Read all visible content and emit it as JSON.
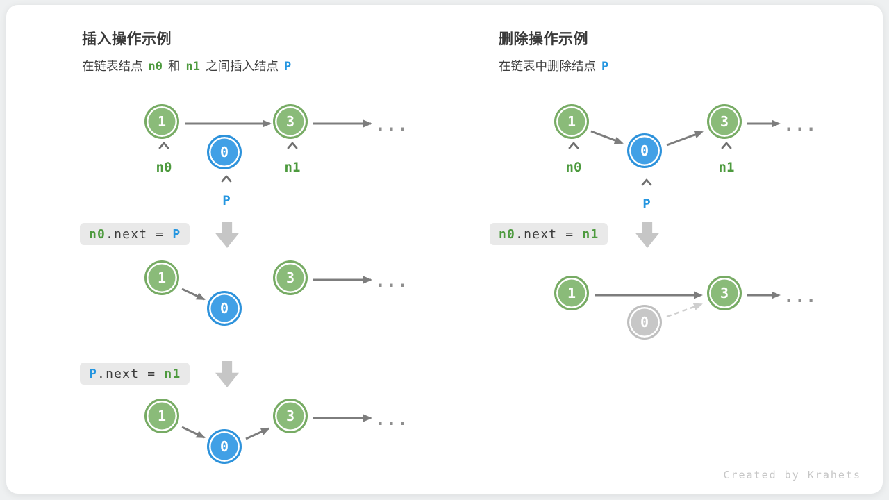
{
  "insert_section": {
    "title": "插入操作示例",
    "subtitle": {
      "part1": "在链表结点",
      "token_n0": "n0",
      "part2": "和",
      "token_n1": "n1",
      "part3": "之间插入结点",
      "token_p": "P"
    },
    "code_step1": {
      "lhs": "n0",
      "mid": ".next = ",
      "rhs": "P"
    },
    "code_step2": {
      "lhs": "P",
      "mid": ".next = ",
      "rhs": "n1"
    }
  },
  "delete_section": {
    "title": "删除操作示例",
    "subtitle": {
      "part1": "在链表中删除结点",
      "token_p": "P"
    },
    "code_step1": {
      "lhs": "n0",
      "mid": ".next = ",
      "rhs": "n1"
    }
  },
  "nodes": {
    "value_1": "1",
    "value_0": "0",
    "value_3": "3"
  },
  "pointers": {
    "n0": "n0",
    "n1": "n1",
    "p": "P"
  },
  "ellipsis": "...",
  "footer": {
    "credit": "Created by Krahets"
  },
  "colors": {
    "node_green_fill": "#8abb79",
    "node_green_border": "#77ab64",
    "node_blue_fill": "#41a0e6",
    "node_blue_border": "#2d92db",
    "node_gray_fill": "#c7c7c7",
    "label_green": "#4d9a3e",
    "label_blue": "#2596e0",
    "arrow_gray": "#7d7d7d",
    "dashed_arrow_gray": "#cfcfcf",
    "codebox_bg": "#e9e9e9"
  }
}
